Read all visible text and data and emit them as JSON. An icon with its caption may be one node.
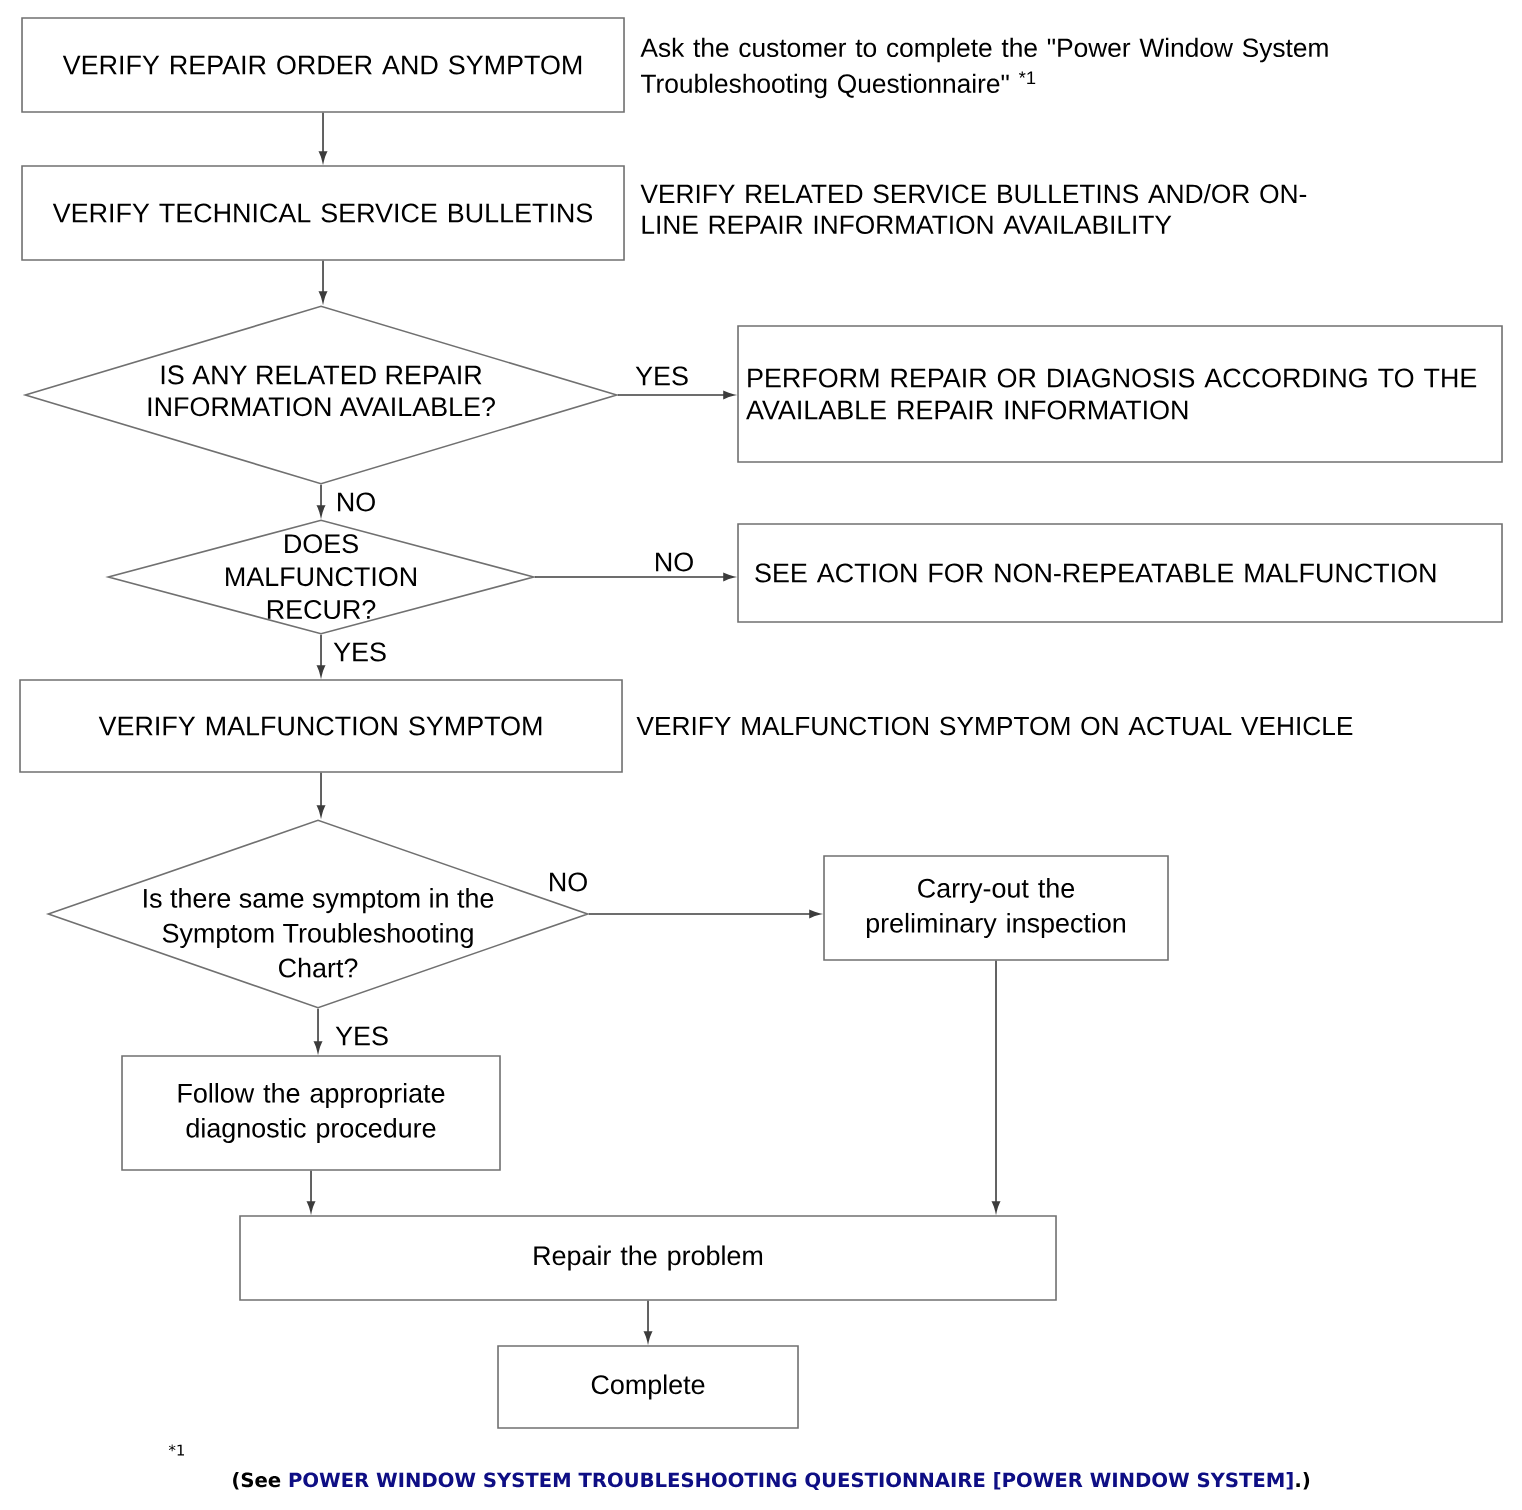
{
  "diagram": {
    "nodes": [
      {
        "text": [
          "VERIFY REPAIR ORDER AND SYMPTOM"
        ],
        "beside": [
          "Ask the customer to complete the \"Power Window System Troubleshooting Questionnaire\" $^{*1}$"
        ]
      },
      {
        "text": [
          "VERIFY TECHNICAL SERVICE BULLETINS"
        ],
        "beside": [
          "VERIFY RELATED SERVICE BULLETINS AND/OR ON-LINE REPAIR INFORMATION AVAILABILITY"
        ]
      },
      {
        "text": [
          "IS ANY RELATED REPAIR INFORMATION AVAILABLE?"
        ]
      },
      {
        "text": [
          "PERFORM REPAIR OR DIAGNOSIS ACCORDING TO THE AVAILABLE REPAIR INFORMATION"
        ]
      },
      {
        "text": [
          "DOES MALFUNCTION RECUR?"
        ]
      },
      {
        "text": [
          "SEE ACTION FOR NON-REPEATABLE MALFUNCTION"
        ]
      },
      {
        "text": [
          "VERIFY MALFUNCTION SYMPTOM"
        ],
        "beside": [
          "VERIFY MALFUNCTION SYMPTOM ON ACTUAL VEHICLE"
        ]
      },
      {
        "text": [
          "Is there same symptom in the Symptom Troubleshooting Chart?"
        ]
      },
      {
        "text": [
          "Carry-out the preliminary inspection"
        ]
      },
      {
        "text": [
          "Follow the appropriate diagnostic procedure"
        ]
      },
      {
        "text": [
          "Repair the problem"
        ]
      },
      {
        "text": [
          "Complete"
        ]
      }
    ],
    "edges": [
      {
        "from": 0,
        "to": 1,
        "arrow": "to"
      },
      {
        "from": 1,
        "to": 2,
        "arrow": "to"
      },
      {
        "from": 2,
        "to": 3,
        "arrow": "to",
        "label": "YES"
      },
      {
        "from": 2,
        "to": 4,
        "arrow": "to",
        "label": "NO"
      },
      {
        "from": 4,
        "to": 5,
        "arrow": "to",
        "label": "NO"
      },
      {
        "from": 4,
        "to": 6,
        "arrow": "to",
        "label": "YES"
      },
      {
        "from": 6,
        "to": 7,
        "arrow": "to"
      },
      {
        "from": 7,
        "to": 8,
        "arrow": "to",
        "label": "NO"
      },
      {
        "from": 7,
        "to": 9,
        "arrow": "to",
        "label": "YES"
      },
      {
        "from": 9,
        "to": 10,
        "arrow": "to"
      },
      {
        "from": 8,
        "to": 10,
        "arrow": "to"
      },
      {
        "from": 10,
        "to": 11,
        "arrow": "to"
      }
    ],
    "labels": [
      "*1",
      "(See",
      "POWER WINDOW SYSTEM TROUBLESHOOTING QUESTIONNAIRE [POWER WINDOW SYSTEM]",
      ".)"
    ]
  }
}
